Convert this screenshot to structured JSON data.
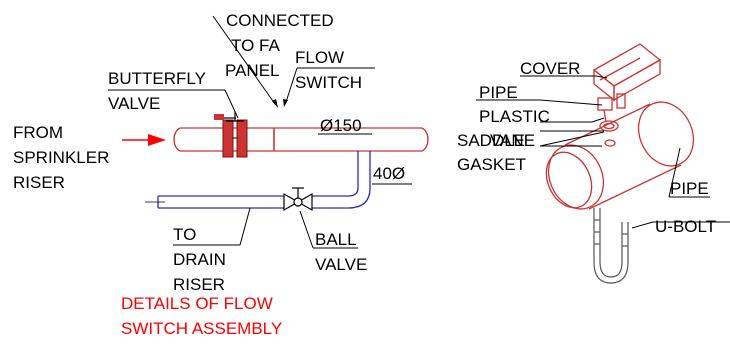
{
  "labels": {
    "connected_to_fa_panel": [
      "CONNECTED",
      "TO FA",
      "PANEL"
    ],
    "flow_switch": [
      "FLOW",
      "SWITCH"
    ],
    "butterfly_valve": [
      "BUTTERFLY",
      "VALVE"
    ],
    "from_sprinkler_riser": [
      "FROM",
      "SPRINKLER",
      "RISER"
    ],
    "pipe_dia_150": "Ø150",
    "pipe_dia_40": "40Ø",
    "to_drain_riser": [
      "TO",
      "DRAIN",
      "RISER"
    ],
    "ball_valve": [
      "BALL",
      "VALVE"
    ],
    "cover": "COVER",
    "pipe_top": "PIPE",
    "plastic": "PLASTIC",
    "saddle": "SADDLE",
    "vane": "VANE",
    "gasket": "GASKET",
    "pipe_right": "PIPE",
    "u_bolt": "U-BOLT"
  },
  "title": [
    "DETAILS OF FLOW",
    "SWITCH ASSEMBLY"
  ],
  "colors": {
    "pipe": "#cc3333",
    "drain_pipe": "#2b2bcc",
    "title": "#ff0000",
    "arrow": "#ff0000",
    "leader": "#000000"
  }
}
